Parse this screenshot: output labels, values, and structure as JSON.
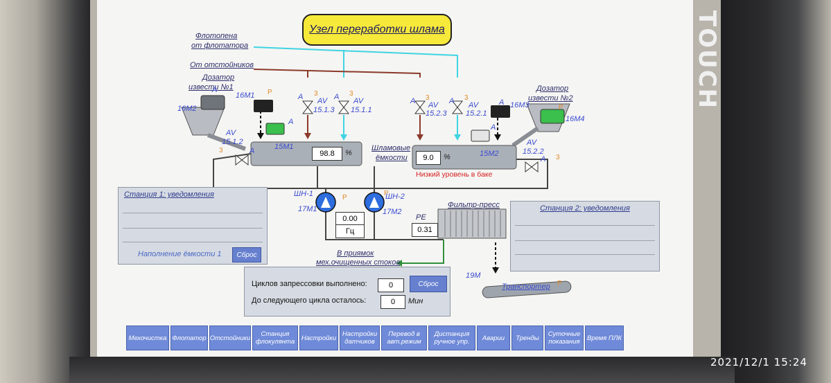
{
  "screen": {
    "title": "Узел переработки шлама",
    "labels": {
      "flotation_foam_1": "Флотопена",
      "flotation_foam_2": "от флотатора",
      "from_settlers": "От отстойников",
      "doser1_1": "Дозатор",
      "doser1_2": "извести №1",
      "doser2_1": "Дозатор",
      "doser2_2": "извести №2",
      "sludge_tanks_1": "Шламовые",
      "sludge_tanks_2": "ёмкости",
      "low_level": "Низкий уровень в баке",
      "filter_press": "Фильтр-пресс",
      "to_pit_1": "В приямок",
      "to_pit_2": "мех.очищенных стоков",
      "transporter": "Транспортер"
    },
    "tags": {
      "m16m1": "16М1",
      "m16m2": "16М2",
      "m16m3": "16М3",
      "m16m4": "16М4",
      "m15m1": "15М1",
      "m15m2": "15М2",
      "m17m1": "17М1",
      "m17m2": "17М2",
      "m19m": "19М",
      "av": "AV",
      "v1513": "15.1.3",
      "v1511": "15.1.1",
      "v1523": "15.2.3",
      "v1521": "15.2.1",
      "v1512": "15.1.2",
      "v1522": "15.2.2",
      "pump1": "ШН-1",
      "pump2": "ШН-2",
      "pe": "PE",
      "a": "A",
      "three": "3",
      "p": "P"
    },
    "tank1_level": "98.8",
    "tank2_level": "9.0",
    "percent": "%",
    "pump_freq": "0.00",
    "hz": "Гц",
    "pressure": "0.31",
    "station1": {
      "title": "Станция 1: уведомления",
      "status": "Наполнение ёмкости 1",
      "reset": "Сброс"
    },
    "station2": {
      "title": "Станция 2: уведомления"
    },
    "cycles": {
      "done_label": "Циклов запрессовки выполнено:",
      "done_value": "0",
      "reset": "Сброс",
      "next_label": "До следующего цикла осталось:",
      "next_value": "0",
      "unit": "Мин"
    },
    "colors": {
      "brown": "#8b3a2a",
      "cyan": "#3fd4e2",
      "green": "#2f8f3a",
      "yellow": "#f7e93a"
    }
  },
  "nav": [
    {
      "label": "Мехочистка"
    },
    {
      "label": "Флотатор"
    },
    {
      "label": "Отстойники"
    },
    {
      "label": "Станция флокулянта"
    },
    {
      "label": "Настройки"
    },
    {
      "label": "Настройки датчиков"
    },
    {
      "label": "Перевод в авт.режим"
    },
    {
      "label": "Дистанция ручное упр."
    },
    {
      "label": "Аварии"
    },
    {
      "label": "Тренды"
    },
    {
      "label": "Суточные показания"
    },
    {
      "label": "Время ПЛК"
    }
  ],
  "device": {
    "brand": "TOUCH",
    "timestamp": "2021/12/1 15:24"
  }
}
